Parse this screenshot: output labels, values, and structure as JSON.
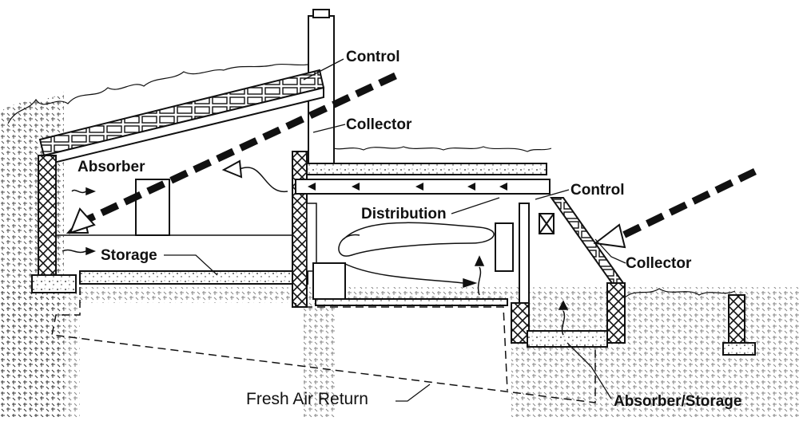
{
  "labels": {
    "control_top": "Control",
    "collector_top": "Collector",
    "absorber": "Absorber",
    "storage": "Storage",
    "distribution": "Distribution",
    "control_right": "Control",
    "collector_right": "Collector",
    "absorber_storage": "Absorber/Storage",
    "fresh_air_return": "Fresh Air Return"
  }
}
